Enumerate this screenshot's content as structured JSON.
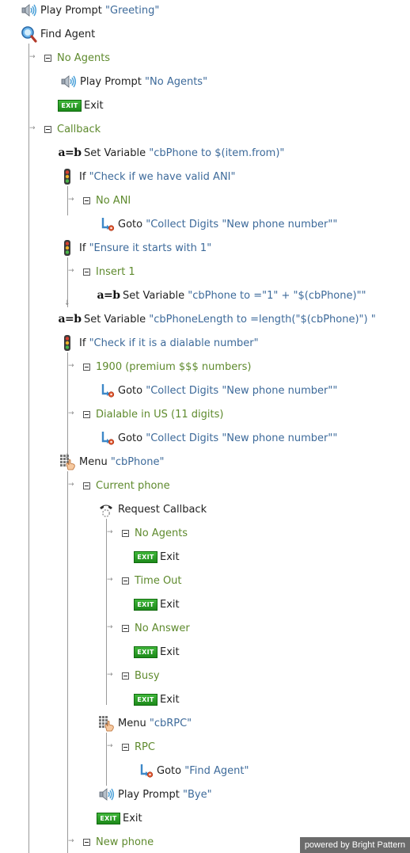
{
  "colors": {
    "branch": "#5e8a2d",
    "quoted": "#3d6a9a",
    "exit_badge": "#2aa026"
  },
  "icons": {
    "prompt": "speaker-icon",
    "find_agent": "magnifier-icon",
    "exit": "exit-badge-icon",
    "set_variable": "a-equals-b-icon",
    "if": "traffic-light-icon",
    "goto": "goto-arrow-icon",
    "menu": "keypad-hand-icon",
    "callback": "phone-request-icon"
  },
  "exit_badge_text": "EXIT",
  "set_variable_icon_text": "a=b",
  "nodes": [
    {
      "type": "prompt",
      "keyword": "Play Prompt",
      "quoted": "\"Greeting\""
    },
    {
      "type": "find_agent",
      "keyword": "Find Agent",
      "quoted": ""
    },
    {
      "type": "branch",
      "label": "No Agents"
    },
    {
      "type": "prompt",
      "keyword": "Play Prompt",
      "quoted": "\"No Agents\""
    },
    {
      "type": "exit",
      "keyword": "Exit",
      "quoted": ""
    },
    {
      "type": "branch",
      "label": "Callback"
    },
    {
      "type": "set_variable",
      "keyword": "Set Variable",
      "quoted": "\"cbPhone to $(item.from)\""
    },
    {
      "type": "if",
      "keyword": "If",
      "quoted": "\"Check if we have valid ANI\""
    },
    {
      "type": "branch",
      "label": "No ANI"
    },
    {
      "type": "goto",
      "keyword": "Goto",
      "quoted": "\"Collect Digits \"New phone number\"\""
    },
    {
      "type": "if",
      "keyword": "If",
      "quoted": "\"Ensure it starts with 1\""
    },
    {
      "type": "branch",
      "label": "Insert 1"
    },
    {
      "type": "set_variable",
      "keyword": "Set Variable",
      "quoted": "\"cbPhone to =\"1\" + \"$(cbPhone)\"\""
    },
    {
      "type": "set_variable",
      "keyword": "Set Variable",
      "quoted": "\"cbPhoneLength to =length(\"$(cbPhone)\") \""
    },
    {
      "type": "if",
      "keyword": "If",
      "quoted": "\"Check if it is a dialable number\""
    },
    {
      "type": "branch",
      "label": "1900 (premium $$$ numbers)"
    },
    {
      "type": "goto",
      "keyword": "Goto",
      "quoted": "\"Collect Digits \"New phone number\"\""
    },
    {
      "type": "branch",
      "label": "Dialable in US (11 digits)"
    },
    {
      "type": "goto",
      "keyword": "Goto",
      "quoted": "\"Collect Digits \"New phone number\"\""
    },
    {
      "type": "menu",
      "keyword": "Menu",
      "quoted": "\"cbPhone\""
    },
    {
      "type": "branch",
      "label": "Current phone"
    },
    {
      "type": "callback",
      "keyword": "Request Callback",
      "quoted": ""
    },
    {
      "type": "branch",
      "label": "No Agents"
    },
    {
      "type": "exit",
      "keyword": "Exit",
      "quoted": ""
    },
    {
      "type": "branch",
      "label": "Time Out"
    },
    {
      "type": "exit",
      "keyword": "Exit",
      "quoted": ""
    },
    {
      "type": "branch",
      "label": "No Answer"
    },
    {
      "type": "exit",
      "keyword": "Exit",
      "quoted": ""
    },
    {
      "type": "branch",
      "label": "Busy"
    },
    {
      "type": "exit",
      "keyword": "Exit",
      "quoted": ""
    },
    {
      "type": "menu",
      "keyword": "Menu",
      "quoted": "\"cbRPC\""
    },
    {
      "type": "branch",
      "label": "RPC"
    },
    {
      "type": "goto",
      "keyword": "Goto",
      "quoted": "\"Find Agent\""
    },
    {
      "type": "prompt",
      "keyword": "Play Prompt",
      "quoted": "\"Bye\""
    },
    {
      "type": "exit",
      "keyword": "Exit",
      "quoted": ""
    },
    {
      "type": "branch",
      "label": "New phone"
    }
  ],
  "footer": {
    "text": "powered by Bright Pattern"
  }
}
